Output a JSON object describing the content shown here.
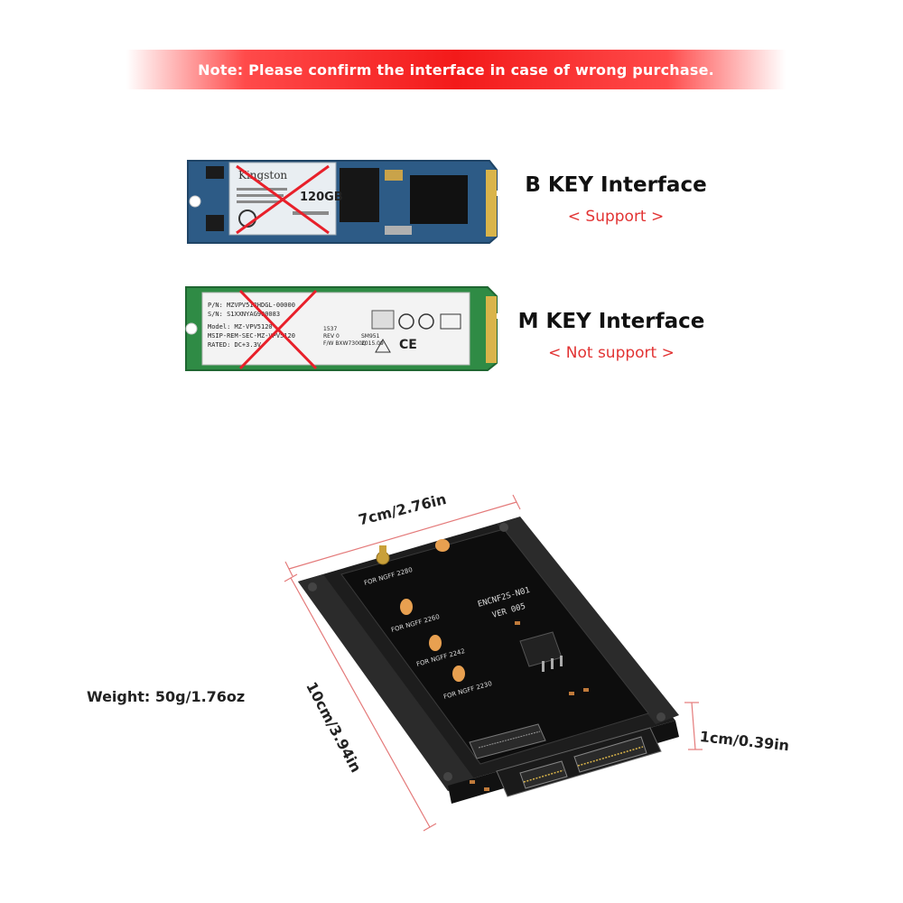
{
  "banner": {
    "text": "Note: Please confirm the interface in case of wrong purchase."
  },
  "b_key": {
    "title": "B KEY Interface",
    "status": "< Support >",
    "module_brand": "Kingston",
    "module_capacity": "120GB"
  },
  "m_key": {
    "title": "M KEY Interface",
    "status": "< Not support >",
    "module_label_lines": [
      "P/N: MZVPV512HDGL-00000",
      "S/N: S1XXNYAG900083",
      "Model: MZ-VPV5120",
      "MSIP-REM-SEC-MZ-VPV5120",
      "RATED: DC+3.3V"
    ],
    "module_label_right": [
      "1537",
      "REV 0",
      "F/W BXW7300Q",
      "SM951",
      "2015.09"
    ]
  },
  "adapter": {
    "board_label_1": "ENCNF2S-N01",
    "board_label_2": "VER 005",
    "slot_labels": [
      "FOR NGFF 2280",
      "FOR NGFF 2260",
      "FOR NGFF 2242",
      "FOR NGFF 2230"
    ]
  },
  "dimensions": {
    "width": "7cm/2.76in",
    "length": "10cm/3.94in",
    "height": "1cm/0.39in",
    "weight": "Weight: 50g/1.76oz"
  },
  "colors": {
    "banner_red": "#f31a1a",
    "status_red": "#e23333",
    "cross_red": "#e8202a",
    "dimension_line": "#e47a7a"
  }
}
